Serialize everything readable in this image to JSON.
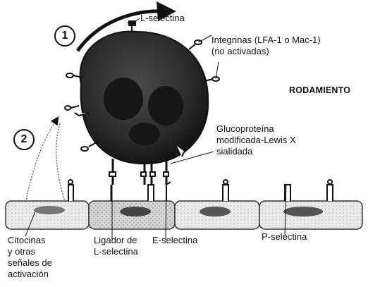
{
  "labels": {
    "l_selectina": "L-selectina",
    "integrinas_line1": "Integrinas (LFA-1 o Mac-1)",
    "integrinas_line2": "(no activadas)",
    "rodamiento": "RODAMIENTO",
    "gluco_line1": "Glucoproteína",
    "gluco_line2": "modificada-Lewis X",
    "gluco_line3": "sialidada",
    "citocinas_line1": "Citocinas",
    "citocinas_line2": "y otras",
    "citocinas_line3": "señales de",
    "citocinas_line4": "activación",
    "ligador_line1": "Ligador de",
    "ligador_line2": "L-selectina",
    "e_selectina": "E-selectina",
    "p_selectina": "P-selectina"
  },
  "steps": [
    "1",
    "2"
  ]
}
